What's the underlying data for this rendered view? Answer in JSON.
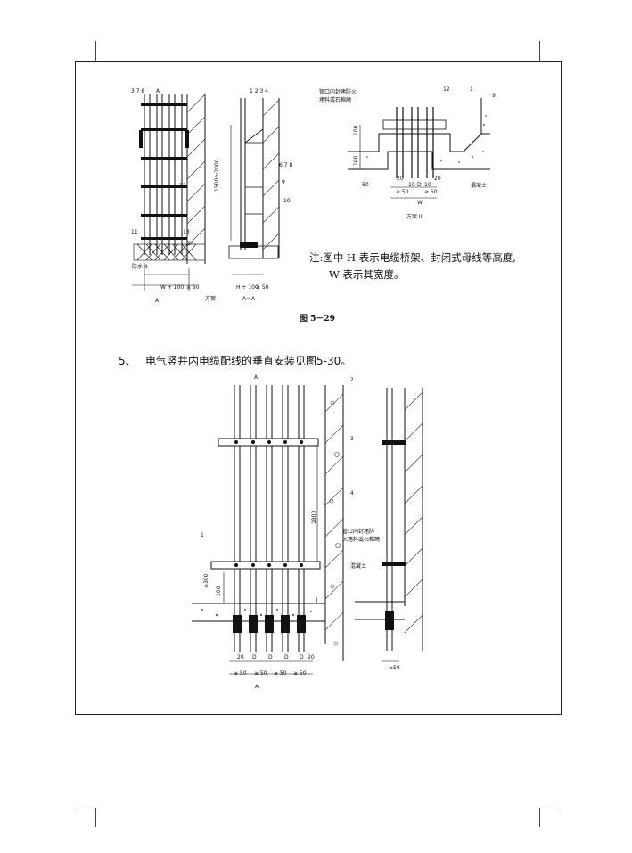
{
  "figure_top": {
    "caption": "图 5－29",
    "scheme1_label": "方案 I",
    "scheme2_label": "方案 II",
    "section_label": "A－A",
    "callouts_left": [
      "3 7 8",
      "A",
      "12",
      "11",
      "13",
      "14",
      "防水台",
      "W + 100",
      "≥ 50",
      "A"
    ],
    "callouts_mid": [
      "1 2 3 4",
      "6 7 8",
      "9",
      "10",
      "1500～2000",
      "H + 100",
      "≥ 50"
    ],
    "callouts_right": [
      "管口内封堵防火",
      "堵料或石棉绳",
      "12",
      "1",
      "9",
      "100",
      "100",
      "50",
      "20",
      "10",
      "D",
      "10",
      "20",
      "≥ 50",
      "≥ 50",
      "W",
      "混凝土"
    ],
    "note_line1": "注:图中 H 表示电缆桥架、封闭式母线等高度,",
    "note_line2": "W 表示其宽度。"
  },
  "paragraph": {
    "number": "5、",
    "text": "电气竖井内电缆配线的垂直安装见图5-30。"
  },
  "figure_bottom": {
    "callouts": [
      "A",
      "2",
      "3",
      "4",
      "1",
      "1800",
      "≥300",
      "100",
      "管口内封堵防",
      "火堵料或石棉绳",
      "混凝土",
      "20",
      "D",
      "D",
      "D",
      "D",
      "20",
      "≥ 50",
      "≥ 50",
      "≥ 50",
      "≥ 50",
      "A",
      "≥50"
    ]
  }
}
